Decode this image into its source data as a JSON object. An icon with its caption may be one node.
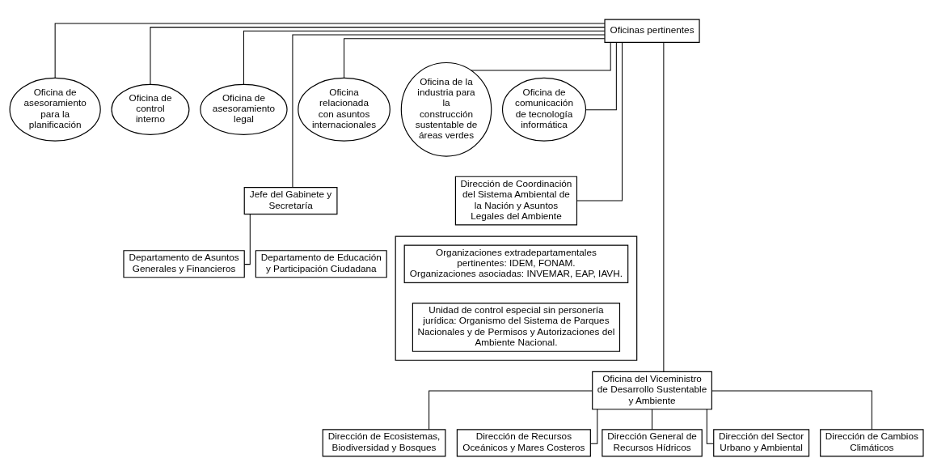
{
  "diagram": {
    "nodes": [
      {
        "text": [
          "Oficinas pertinentes"
        ]
      },
      {
        "text": [
          "Oficina de asesoramiento para la planificación"
        ]
      },
      {
        "text": [
          "Oficina de control interno"
        ]
      },
      {
        "text": [
          "Oficina de asesoramiento legal"
        ]
      },
      {
        "text": [
          "Oficina relacionada con asuntos internacionales"
        ]
      },
      {
        "text": [
          "Oficina de la industria para la construcción sustentable de áreas verdes"
        ]
      },
      {
        "text": [
          "Oficina de comunicación de tecnología informática"
        ]
      },
      {
        "text": [
          "Jefe del Gabinete y Secretaría"
        ]
      },
      {
        "text": [
          "Dirección de Coordinación del Sistema Ambiental de la Nación y Asuntos Legales del Ambiente"
        ]
      },
      {
        "text": [
          "Departamento de Asuntos Generales y Financieros"
        ]
      },
      {
        "text": [
          "Departamento de Educación y Participación Ciudadana"
        ]
      },
      {
        "text": [],
        "shape": "box"
      },
      {
        "text": [
          "Organizaciones extradepartamentales pertinentes: IDEM, FONAM.",
          "Organizaciones asociadas: INVEMAR, EAP, IAVH."
        ],
        "in": 11
      },
      {
        "text": [
          "Unidad de control especial sin personería jurídica: Organismo del Sistema de Parques Nacionales y de Permisos y Autorizaciones del Ambiente Nacional."
        ],
        "in": 11
      },
      {
        "text": [
          "Oficina del Viceministro de Desarrollo Sustentable y Ambiente"
        ]
      },
      {
        "text": [
          "Dirección de Ecosistemas, Biodiversidad y Bosques"
        ]
      },
      {
        "text": [
          "Dirección de Recursos Oceánicos y Mares Costeros"
        ]
      },
      {
        "text": [
          "Dirección General de Recursos Hídricos"
        ]
      },
      {
        "text": [
          "Dirección del Sector Urbano y Ambiental"
        ]
      },
      {
        "text": [
          "Dirección de Cambios Climáticos"
        ]
      }
    ],
    "edges": [
      {
        "from": 0,
        "to": 1,
        "arrow": "none"
      },
      {
        "from": 0,
        "to": 2,
        "arrow": "none"
      },
      {
        "from": 0,
        "to": 3,
        "arrow": "none"
      },
      {
        "from": 0,
        "to": 4,
        "arrow": "none"
      },
      {
        "from": 0,
        "to": 5,
        "arrow": "none"
      },
      {
        "from": 0,
        "to": 6,
        "arrow": "none"
      },
      {
        "from": 0,
        "to": 7,
        "arrow": "none"
      },
      {
        "from": 0,
        "to": 8,
        "arrow": "none"
      },
      {
        "from": 7,
        "to": 9,
        "arrow": "none"
      },
      {
        "from": 0,
        "to": 14,
        "arrow": "none"
      },
      {
        "from": 14,
        "to": 15,
        "arrow": "none"
      },
      {
        "from": 14,
        "to": 16,
        "arrow": "none"
      },
      {
        "from": 14,
        "to": 17,
        "arrow": "none"
      },
      {
        "from": 14,
        "to": 18,
        "arrow": "none"
      },
      {
        "from": 14,
        "to": 19,
        "arrow": "none"
      }
    ]
  }
}
